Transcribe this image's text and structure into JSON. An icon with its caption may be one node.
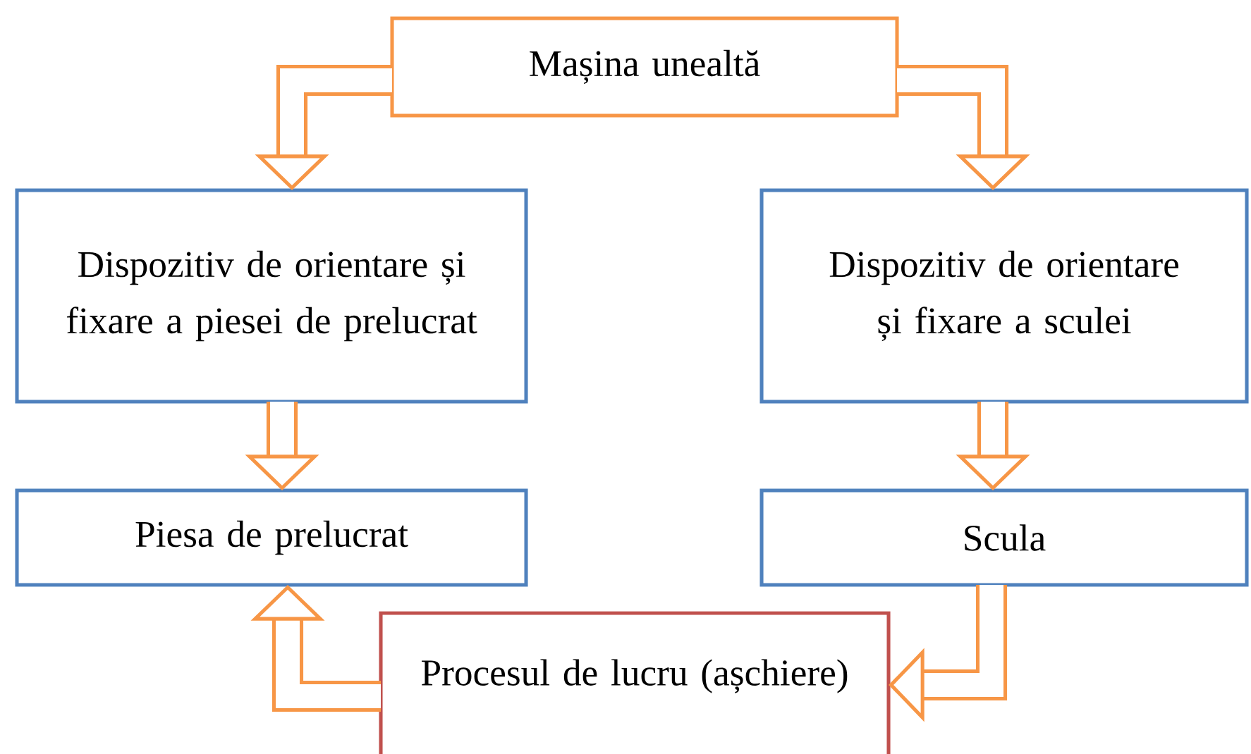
{
  "diagram": {
    "nodes": [
      {
        "text": [
          "Mașina unealtă"
        ]
      },
      {
        "text": [
          "Dispozitiv de orientare și fixare a piesei de prelucrat"
        ]
      },
      {
        "text": [
          "Dispozitiv de orientare și fixare a sculei"
        ]
      },
      {
        "text": [
          "Piesa de prelucrat"
        ]
      },
      {
        "text": [
          "Scula"
        ]
      },
      {
        "text": [
          "Procesul de lucru (așchiere)"
        ]
      }
    ],
    "edges": [
      {
        "from": 0,
        "to": 1,
        "arrow": "to"
      },
      {
        "from": 0,
        "to": 2,
        "arrow": "to"
      },
      {
        "from": 1,
        "to": 3,
        "arrow": "to"
      },
      {
        "from": 2,
        "to": 4,
        "arrow": "to"
      },
      {
        "from": 4,
        "to": 5,
        "arrow": "to"
      },
      {
        "from": 5,
        "to": 3,
        "arrow": "to"
      }
    ]
  }
}
